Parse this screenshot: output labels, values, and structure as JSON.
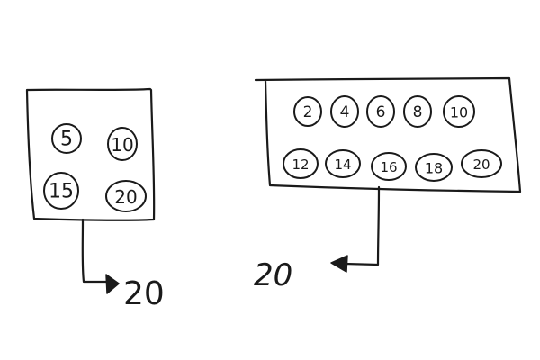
{
  "left_group": {
    "numbers": [
      "5",
      "10",
      "15",
      "20"
    ],
    "result": "20"
  },
  "right_group": {
    "numbers_row1": [
      "2",
      "4",
      "6",
      "8",
      "10"
    ],
    "numbers_row2": [
      "12",
      "14",
      "16",
      "18",
      "20"
    ],
    "result": "20"
  }
}
